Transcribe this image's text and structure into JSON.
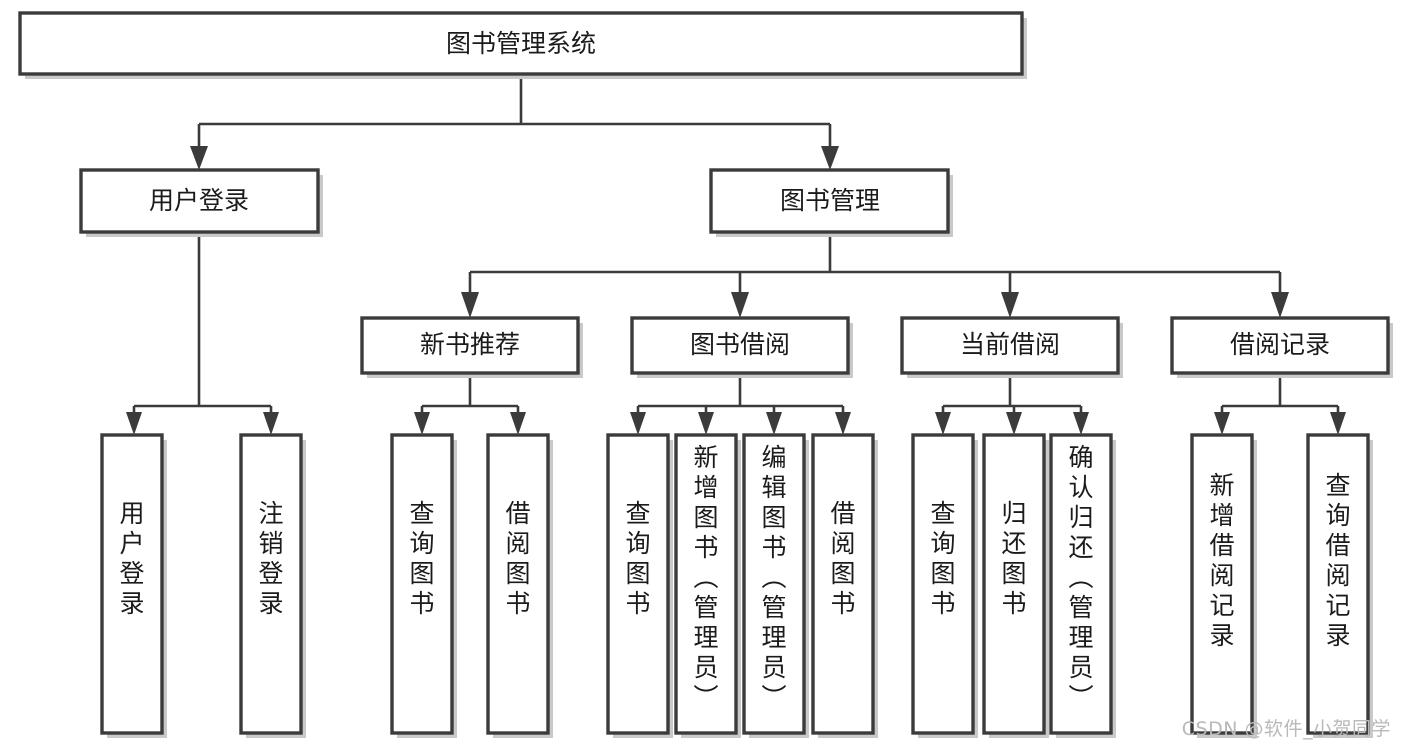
{
  "diagram": {
    "type": "tree",
    "title": "图书管理系统",
    "orientation": "top-down",
    "edge_style": "orthogonal-arrow",
    "colors": {
      "box_stroke": "#3b3b3b",
      "box_fill": "#ffffff",
      "connector": "#3b3b3b",
      "text": "#1b1b1b",
      "shadow": "#c9c9c9",
      "watermark": "#b9b9b9"
    },
    "root": {
      "id": "root",
      "label": "图书管理系统",
      "orientation": "horizontal"
    },
    "level2": [
      {
        "id": "user-login",
        "label": "用户登录",
        "orientation": "horizontal"
      },
      {
        "id": "book-manage",
        "label": "图书管理",
        "orientation": "horizontal"
      }
    ],
    "level3": [
      {
        "id": "new-book-recommend",
        "label": "新书推荐",
        "orientation": "horizontal",
        "parent": "book-manage"
      },
      {
        "id": "book-borrow",
        "label": "图书借阅",
        "orientation": "horizontal",
        "parent": "book-manage"
      },
      {
        "id": "current-borrow",
        "label": "当前借阅",
        "orientation": "horizontal",
        "parent": "book-manage"
      },
      {
        "id": "borrow-record",
        "label": "借阅记录",
        "orientation": "horizontal",
        "parent": "book-manage"
      }
    ],
    "leaves": [
      {
        "id": "leaf-user-login",
        "label": "用户登录",
        "orientation": "vertical",
        "parent": "user-login"
      },
      {
        "id": "leaf-logout-login",
        "label": "注销登录",
        "orientation": "vertical",
        "parent": "user-login"
      },
      {
        "id": "leaf-query-book-1",
        "label": "查询图书",
        "orientation": "vertical",
        "parent": "new-book-recommend"
      },
      {
        "id": "leaf-borrow-book-1",
        "label": "借阅图书",
        "orientation": "vertical",
        "parent": "new-book-recommend"
      },
      {
        "id": "leaf-query-book-2",
        "label": "查询图书",
        "orientation": "vertical",
        "parent": "book-borrow"
      },
      {
        "id": "leaf-add-book",
        "label": "新增图书（管理员）",
        "orientation": "vertical",
        "parent": "book-borrow"
      },
      {
        "id": "leaf-edit-book",
        "label": "编辑图书（管理员）",
        "orientation": "vertical",
        "parent": "book-borrow"
      },
      {
        "id": "leaf-borrow-book-2",
        "label": "借阅图书",
        "orientation": "vertical",
        "parent": "book-borrow"
      },
      {
        "id": "leaf-query-book-3",
        "label": "查询图书",
        "orientation": "vertical",
        "parent": "current-borrow"
      },
      {
        "id": "leaf-return-book",
        "label": "归还图书",
        "orientation": "vertical",
        "parent": "current-borrow"
      },
      {
        "id": "leaf-confirm-return",
        "label": "确认归还（管理员）",
        "orientation": "vertical",
        "parent": "current-borrow"
      },
      {
        "id": "leaf-add-record",
        "label": "新增借阅记录",
        "orientation": "vertical",
        "parent": "borrow-record"
      },
      {
        "id": "leaf-query-record",
        "label": "查询借阅记录",
        "orientation": "vertical",
        "parent": "borrow-record"
      }
    ]
  },
  "watermark": {
    "text": "CSDN @软件_小贺同学"
  }
}
